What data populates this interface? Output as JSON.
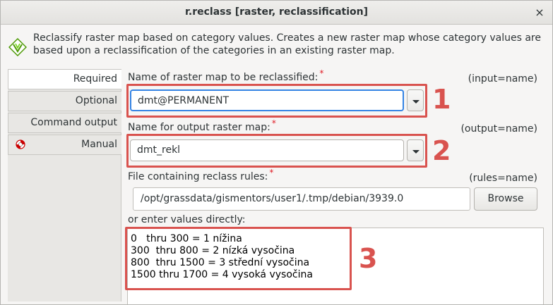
{
  "window": {
    "title": "r.reclass [raster, reclassification]",
    "close_glyph": "×"
  },
  "description": "Reclassify raster map based on category values. Creates a new raster map whose category values are based upon a reclassification of the categories in an existing raster map.",
  "tabs": [
    {
      "label": "Required",
      "active": true
    },
    {
      "label": "Optional",
      "active": false
    },
    {
      "label": "Command output",
      "active": false
    },
    {
      "label": "Manual",
      "active": false,
      "icon": "lifebuoy-icon"
    }
  ],
  "input": {
    "label": "Name of raster map to be reclassified:",
    "required_mark": "*",
    "key": "(input=name)",
    "value": "dmt@PERMANENT"
  },
  "output": {
    "label": "Name for output raster map:",
    "required_mark": "*",
    "key": "(output=name)",
    "value": "dmt_rekl"
  },
  "rules": {
    "label": "File containing reclass rules:",
    "required_mark": "*",
    "key": "(rules=name)",
    "value": "/opt/grassdata/gismentors/user1/.tmp/debian/3939.0",
    "browse_label": "Browse"
  },
  "direct": {
    "label": "or enter values directly:",
    "lines": [
      "0   thru 300 = 1 nížina",
      "300  thru 800 = 2 nízká vysočina",
      "800  thru 1500 = 3 střední vysočina",
      "1500 thru 1700 = 4 vysoká vysočina"
    ]
  },
  "annotations": [
    "1",
    "2",
    "3"
  ],
  "colors": {
    "annotation": "#d9534f",
    "focus": "#3584e4",
    "required": "#e01b24"
  }
}
